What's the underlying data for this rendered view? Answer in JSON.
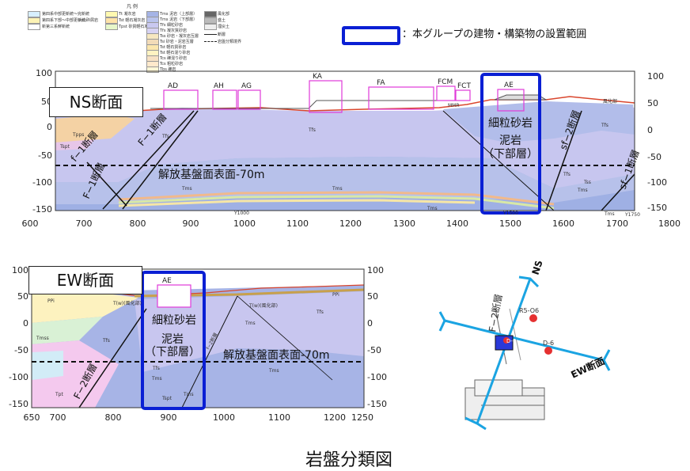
{
  "legend": {
    "title": "凡 例",
    "col1": [
      "第四系中部更新統～完新統",
      "第四系下部～中部更新統",
      "新第三系鮮新統"
    ],
    "col2": [
      "火山砕屑岩"
    ],
    "col3": [
      "Tt 凝灰岩",
      "Tst 軽石凝灰岩",
      "Tpst 砂質軽石凝灰岩"
    ],
    "col4": [
      "Tms 泥岩（上部層）",
      "Tms 泥岩（下部層）",
      "Tfs 細粒砂岩",
      "Tfs 凝灰質砂岩",
      "Tss 砂岩・凝灰岩互層",
      "Tsi 砂岩・泥岩互層",
      "Tst 軽石質砂岩",
      "Tst 軽石混り砂岩",
      "Tcs 礫混り砂岩",
      "Tcs 粗粒砂岩",
      "Tbs 礫岩"
    ],
    "col5": [
      "風化部",
      "盛土",
      "埋戻土",
      "断層",
      "岩盤分類境界"
    ],
    "highlight_note": "：本グループの建物・構築物の設置範囲"
  },
  "ns_section": {
    "label": "NS断面",
    "y_ticks": [
      "100",
      "50",
      "0",
      "-50",
      "-100",
      "-150"
    ],
    "x_ticks": [
      "600",
      "700",
      "800",
      "900",
      "1000",
      "1100",
      "1200",
      "1300",
      "1400",
      "1500",
      "1600",
      "1700",
      "1800"
    ],
    "buildings": [
      "AD",
      "AH",
      "AG",
      "KA",
      "FA",
      "FCM",
      "FCT",
      "AE"
    ],
    "mmr": "MMR",
    "rock_labels": [
      "細粒砂岩",
      "泥岩",
      "（下部層）"
    ],
    "datum": "解放基盤面表面-70m",
    "faults": [
      "f−1断層",
      "F−1断層",
      "F−1断層",
      "sf−2断層",
      "sf−1断層"
    ],
    "coord_marks": [
      "Y1000",
      "Y1500",
      "Y1750"
    ],
    "unit_labels": [
      "Tfs",
      "Tms",
      "Tpps",
      "Tspt",
      "Tfs",
      "Tms",
      "Tfs",
      "Tfs",
      "Tms",
      "Tms",
      "Tss",
      "Tms",
      "風化部"
    ]
  },
  "ew_section": {
    "label": "EW断面",
    "y_ticks": [
      "100",
      "50",
      "0",
      "-50",
      "-100",
      "-150"
    ],
    "x_ticks": [
      "650",
      "700",
      "800",
      "900",
      "1000",
      "1100",
      "1200",
      "1250"
    ],
    "buildings": [
      "AE"
    ],
    "rock_labels": [
      "細粒砂岩",
      "泥岩",
      "（下部層）"
    ],
    "datum": "解放基盤面表面-70m",
    "faults": [
      "F−2断層",
      "f−2断層"
    ],
    "unit_labels": [
      "PPi",
      "Tmss",
      "Tpt",
      "Tfs",
      "Tms",
      "Tfs",
      "T(w)(風化部)",
      "T(w)(風化部)",
      "Tfs",
      "Tms",
      "Tspt",
      "Tms",
      "Tms",
      "PPi"
    ]
  },
  "key_map": {
    "ns_label": "NS断面",
    "ew_label": "EW断面",
    "fault": "F−2断層",
    "boreholes": [
      "R5-O6",
      "D-6",
      "D-6"
    ]
  },
  "caption": "岩盤分類図",
  "colors": {
    "highlight": "#0a1fd4",
    "building_outline": "#e03ad8",
    "tms": "#a5b4e6",
    "tfs": "#c9c8f0",
    "weathered": "#f3cda0",
    "surface": "#ffd9d9"
  }
}
